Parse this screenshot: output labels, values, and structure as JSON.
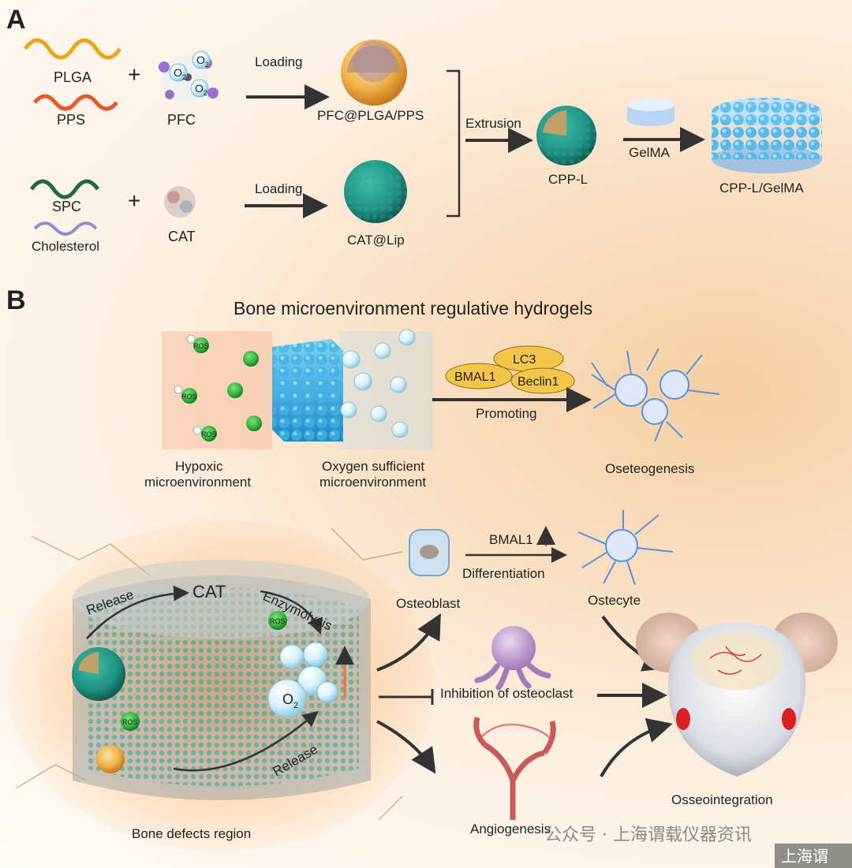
{
  "panel_a": {
    "letter": "A",
    "materials": {
      "plga": "PLGA",
      "pps": "PPS",
      "pfc": "PFC",
      "spc": "SPC",
      "cholesterol": "Cholesterol",
      "cat": "CAT"
    },
    "o2_label": "O",
    "o2_sub": "2",
    "loading_top": "Loading",
    "loading_bottom": "Loading",
    "pfc_particle": "PFC@PLGA/PPS",
    "cat_lip": "CAT@Lip",
    "extrusion": "Extrusion",
    "cppl": "CPP-L",
    "gelma": "GelMA",
    "cppl_gelma": "CPP-L/GelMA"
  },
  "panel_b": {
    "letter": "B",
    "title": "Bone microenvironment regulative hydrogels",
    "ros": "ROS",
    "hypoxic": [
      "Hypoxic",
      "microenvironment"
    ],
    "oxygen": [
      "Oxygen sufficient",
      "microenvironment"
    ],
    "proteins": {
      "lc3": "LC3",
      "bmal1": "BMAL1",
      "beclin1": "Beclin1"
    },
    "promoting": "Promoting",
    "oseteogenesis": "Oseteogenesis",
    "release_top": "Release",
    "cat_label": "CAT",
    "enzymolysis": "Enzymolysis",
    "release_bottom": "Release",
    "bone_defects": "Bone defects region",
    "osteoblast": "Osteoblast",
    "bmal1_up": "BMAL1",
    "differentiation": "Differentiation",
    "ostecyte": "Ostecyte",
    "inhibition": "Inhibition of osteoclast",
    "angiogenesis": "Angiogenesis",
    "osseointegration": "Osseointegration"
  },
  "watermark": {
    "text": "公众号 · 上海谓载仪器资讯",
    "corner": "上海谓"
  },
  "colors": {
    "arrow": "#333333",
    "orange": "#e8783a",
    "sphere_teal": "#1f8f80",
    "hydrogel_blue": "#2a9fd0",
    "ros_green": "#2cb33c"
  }
}
